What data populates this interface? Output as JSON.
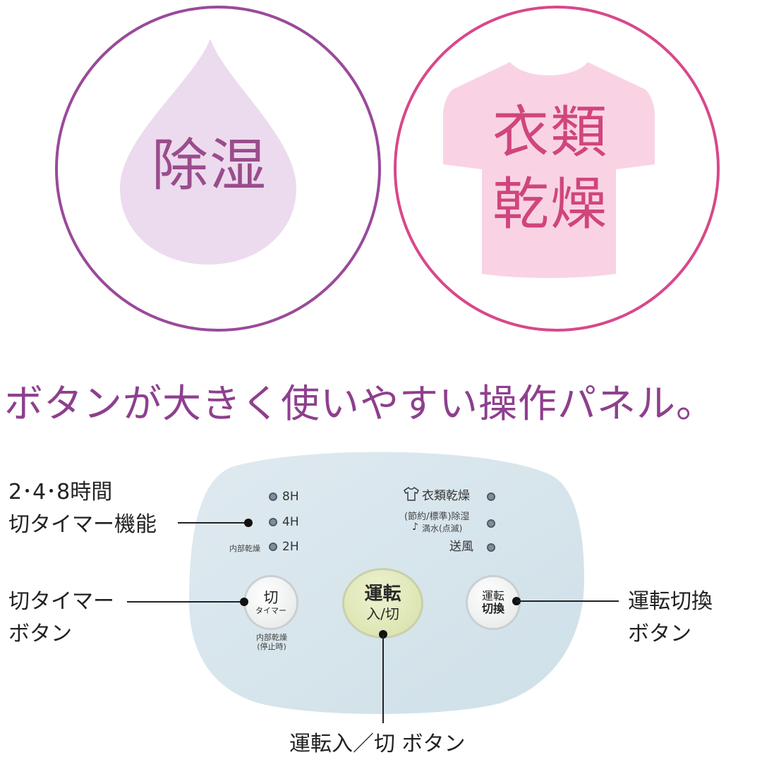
{
  "modes": {
    "dehumidify": "除湿",
    "laundry_line1": "衣類",
    "laundry_line2": "乾燥"
  },
  "headline": "ボタンが大きく使いやすい操作パネル。",
  "callouts": {
    "timer_function_line1": "2･4･8時間",
    "timer_function_line2": "切タイマー機能",
    "timer_button_line1": "切タイマー",
    "timer_button_line2": "ボタン",
    "mode_switch_line1": "運転切換",
    "mode_switch_line2": "ボタン",
    "power_button": "運転入／切 ボタン"
  },
  "panel": {
    "timer_8h": "8H",
    "timer_4h": "4H",
    "timer_2h": "2H",
    "internal_dry": "内部乾燥",
    "mode_laundry": "衣類乾燥",
    "mode_dehumid": "(節約/標準)除湿",
    "mode_tank_full": "満水(点滅)",
    "mode_fan": "送風",
    "timer_button_top": "切",
    "timer_button_bottom": "タイマー",
    "timer_button_note_1": "内部乾燥",
    "timer_button_note_2": "(停止時)",
    "power_button_top": "運転",
    "power_button_bottom": "入/切",
    "switch_button_top": "運転",
    "switch_button_bottom": "切換"
  },
  "colors": {
    "dehumid_accent": "#9a4a9a",
    "laundry_accent": "#d8488a",
    "drop_fill": "#ecdbee",
    "shirt_fill": "#f9d3e4",
    "panel_fill": "#d9e7ee",
    "power_button_fill": "#dfe7b6"
  },
  "icons": [
    "water-drop-icon",
    "tshirt-icon",
    "shirt-small-icon",
    "note-icon"
  ]
}
